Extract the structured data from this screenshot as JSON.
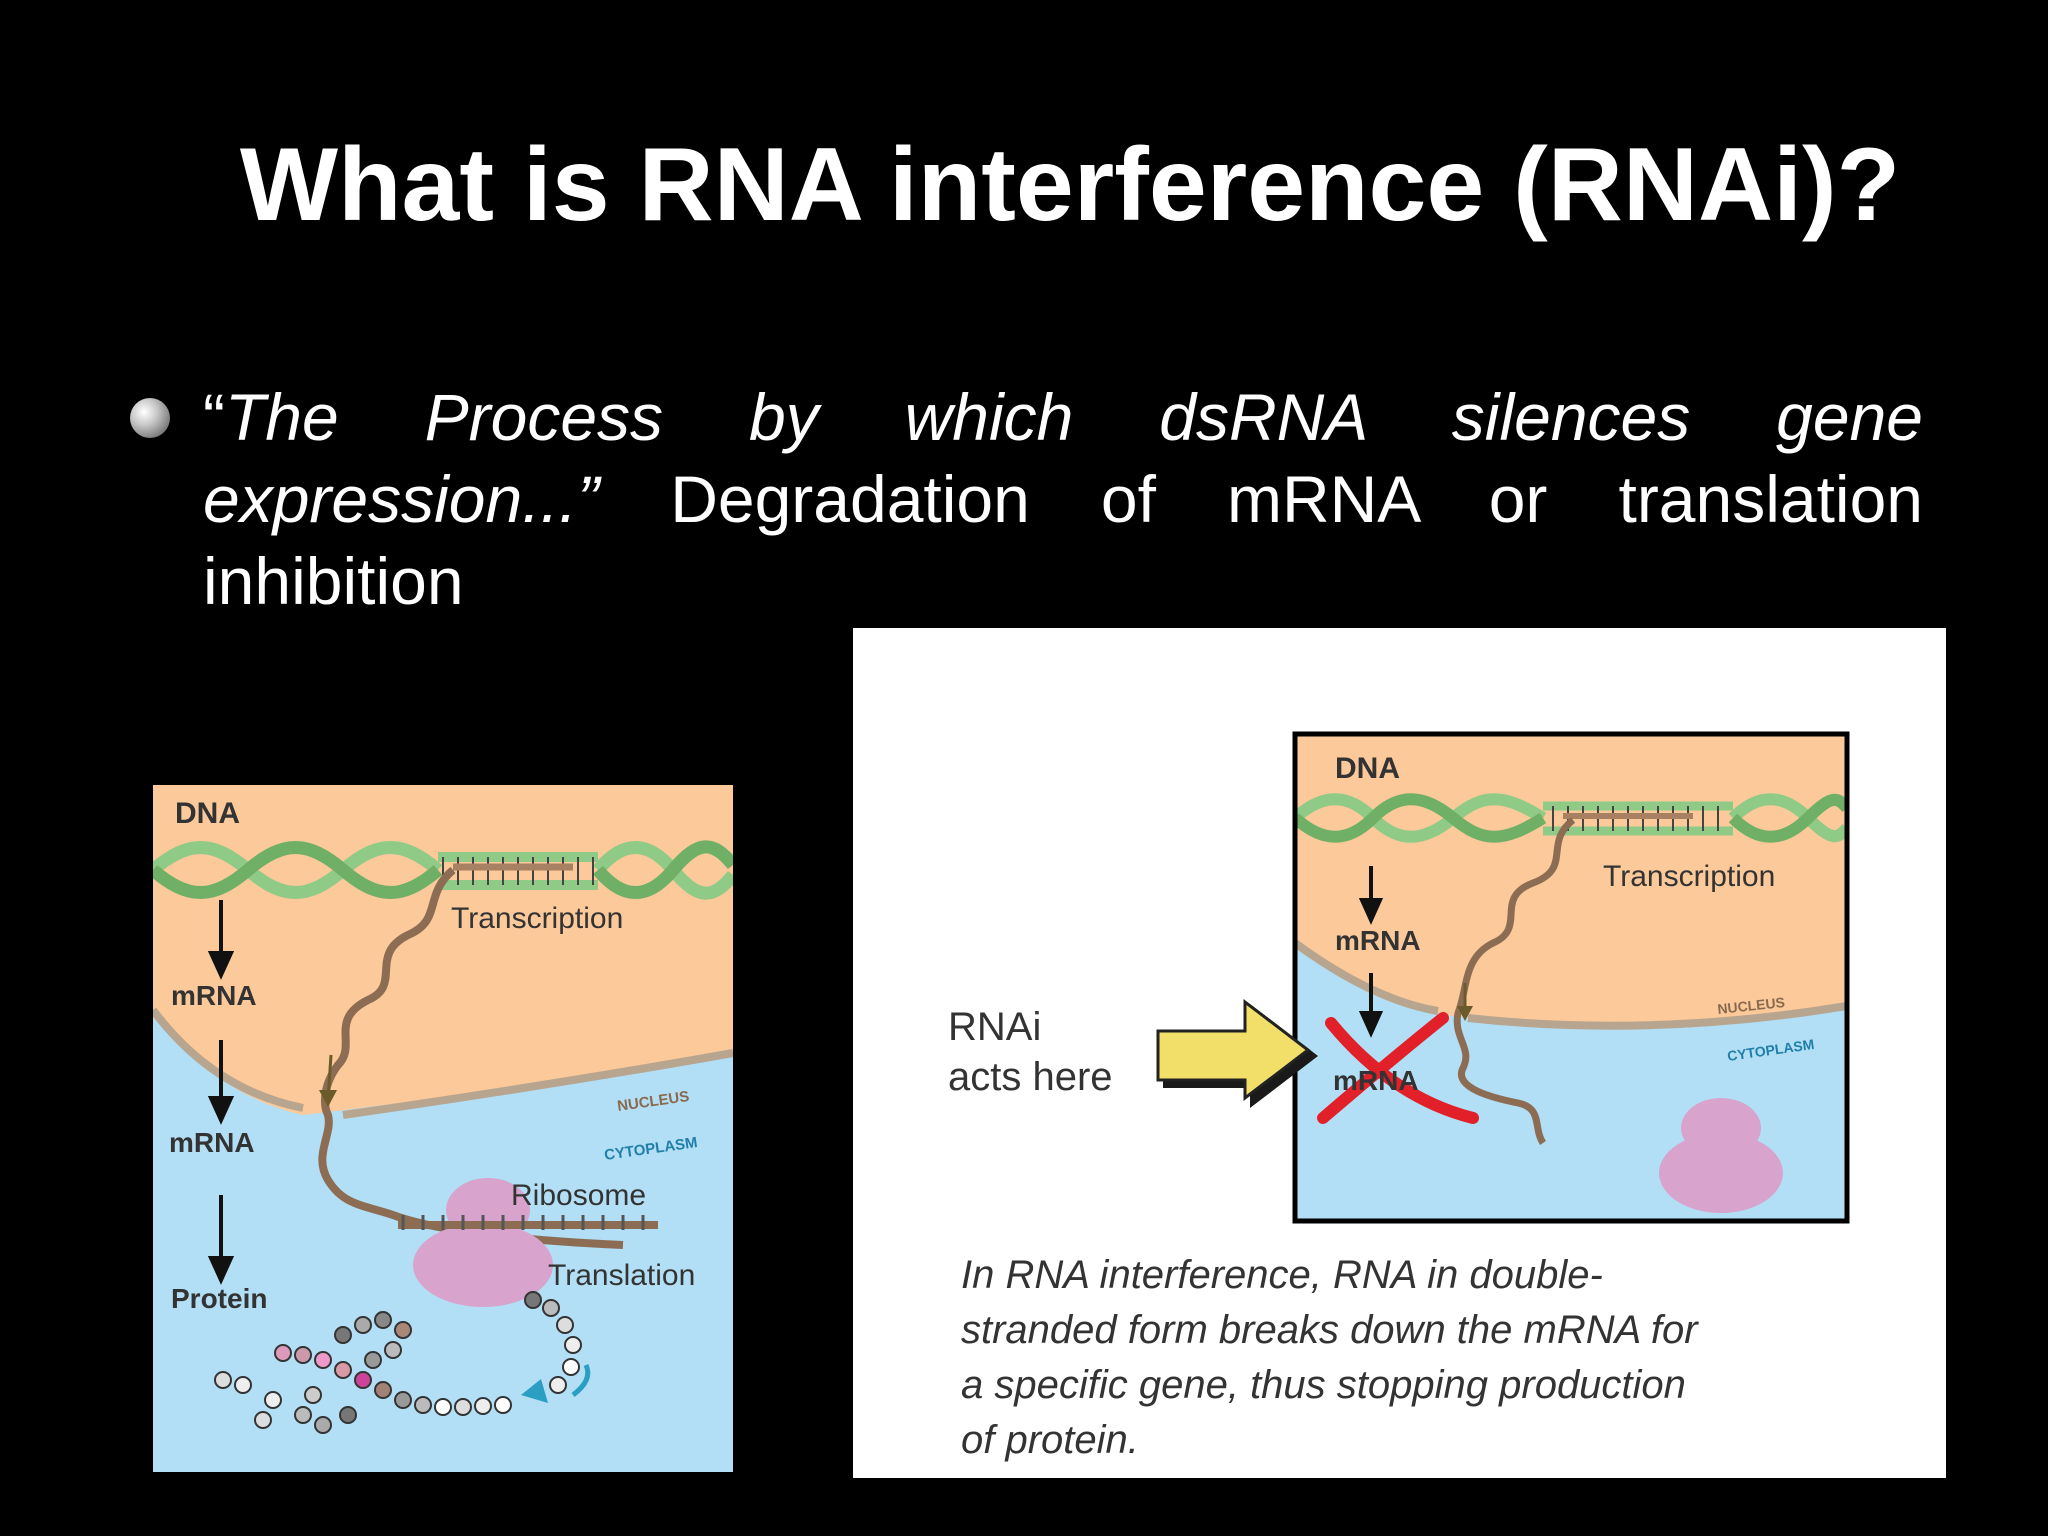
{
  "slide": {
    "title": "What is RNA interference (RNAi)?",
    "bullet": {
      "open_quote": "“",
      "quoted_text": "The Process by which dsRNA silences gene expression...",
      "close_quote": "”",
      "plain_text": " Degradation of mRNA or translation inhibition"
    }
  },
  "left_diagram": {
    "dna": "DNA",
    "transcription": "Transcription",
    "mrna_nucleus": "mRNA",
    "mrna_cytoplasm": "mRNA",
    "nucleus": "NUCLEUS",
    "cytoplasm": "CYTOPLASM",
    "ribosome": "Ribosome",
    "translation": "Translation",
    "protein": "Protein"
  },
  "right_diagram": {
    "dna": "DNA",
    "transcription": "Transcription",
    "mrna": "mRNA",
    "mrna_crossed": "mRNA",
    "nucleus": "NUCLEUS",
    "cytoplasm": "CYTOPLASM",
    "rnai_label_line1": "RNAi",
    "rnai_label_line2": "acts here",
    "caption_lines": [
      "In RNA interference, RNA in double-",
      "stranded form breaks down the mRNA for",
      "a specific gene, thus stopping production",
      "of protein."
    ]
  },
  "colors": {
    "nucleus_fill": "#fbc99a",
    "cytoplasm_fill": "#b2dff5",
    "dna_green": "#8fca86",
    "ribosome_pink": "#d8a3cc",
    "arrow_yellow": "#f1df6a",
    "cross_red": "#e2202a"
  }
}
